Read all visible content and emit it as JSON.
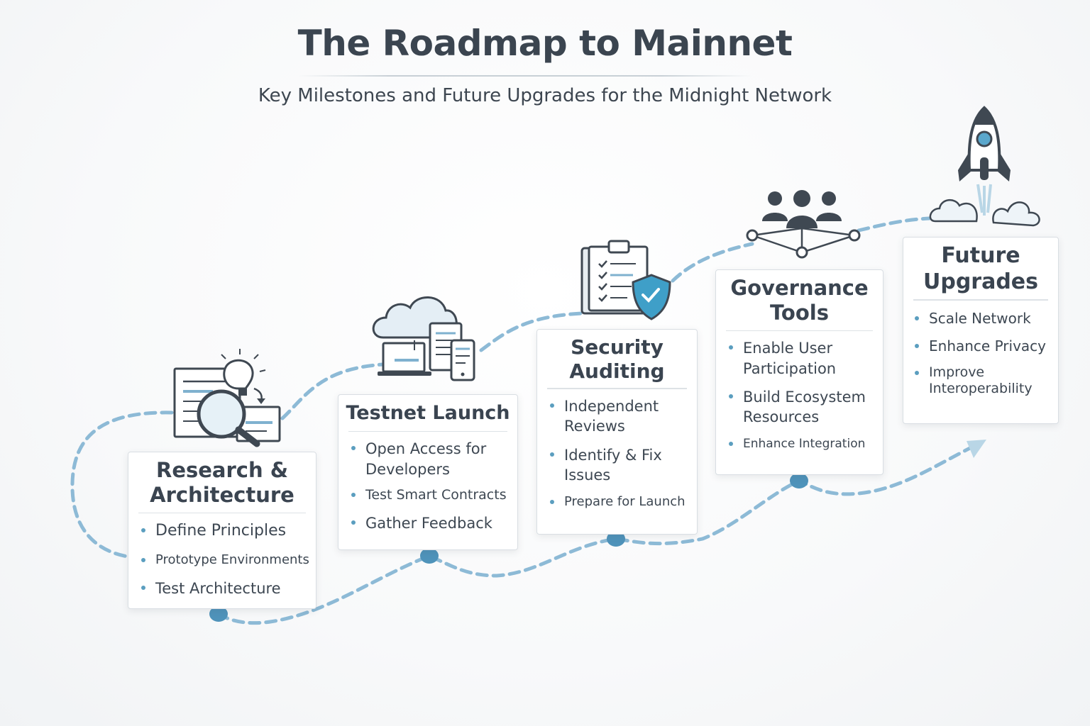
{
  "header": {
    "title": "The Roadmap to Mainnet",
    "subtitle": "Key Milestones and Future Upgrades for the Midnight Network"
  },
  "colors": {
    "path": "#7fb1cf",
    "node": "#4f93ba",
    "icon_dark": "#3f4852",
    "accent": "#4aa6cc"
  },
  "milestones": [
    {
      "title": "Research &\nArchitecture",
      "icon": "research-magnifier-lightbulb-icon",
      "items": [
        "Define Principles",
        "Prototype Environments",
        "Test Architecture"
      ]
    },
    {
      "title": "Testnet Launch",
      "icon": "cloud-devices-icon",
      "items": [
        "Open Access for\nDevelopers",
        "Test Smart Contracts",
        "Gather Feedback"
      ]
    },
    {
      "title": "Security\nAuditing",
      "icon": "checklist-shield-icon",
      "items": [
        "Independent\nReviews",
        "Identify & Fix\nIssues",
        "Prepare for Launch"
      ]
    },
    {
      "title": "Governance\nTools",
      "icon": "people-network-icon",
      "items": [
        "Enable User\nParticipation",
        "Build Ecosystem\nResources",
        "Enhance Integration"
      ]
    },
    {
      "title": "Future\nUpgrades",
      "icon": "rocket-launch-icon",
      "items": [
        "Scale Network",
        "Enhance Privacy",
        "Improve\nInteroperability"
      ]
    }
  ]
}
